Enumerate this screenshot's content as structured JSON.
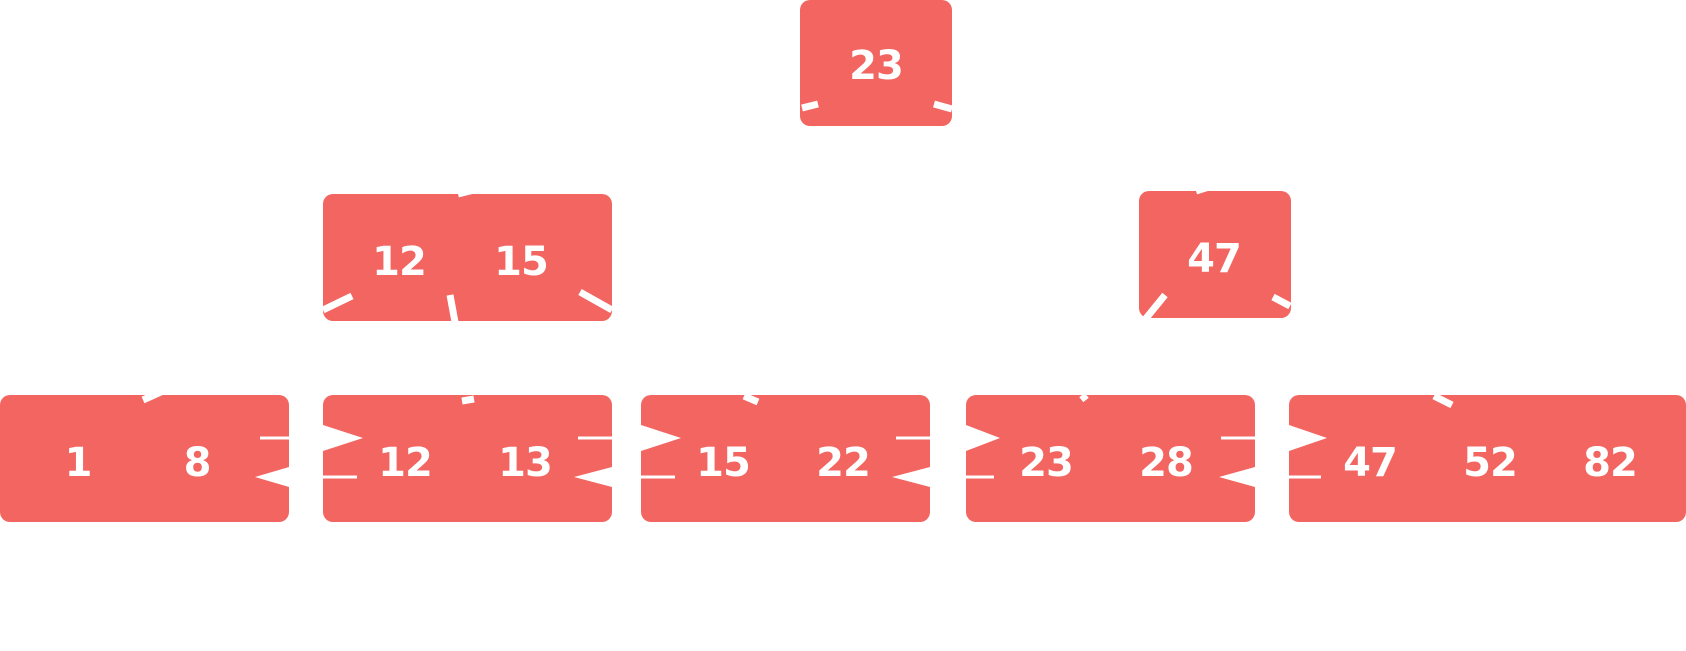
{
  "colors": {
    "node_fill": "#f26560",
    "key_text": "#ffffff",
    "edge": "#ffffff",
    "background": "#ffffff"
  },
  "tree": {
    "root": {
      "keys": [
        "23"
      ]
    },
    "internal": [
      {
        "keys": [
          "12",
          "15"
        ]
      },
      {
        "keys": [
          "47"
        ]
      }
    ],
    "leaves": [
      {
        "keys": [
          "1",
          "8"
        ]
      },
      {
        "keys": [
          "12",
          "13"
        ]
      },
      {
        "keys": [
          "15",
          "22"
        ]
      },
      {
        "keys": [
          "23",
          "28"
        ]
      },
      {
        "keys": [
          "47",
          "52",
          "82"
        ]
      }
    ]
  }
}
